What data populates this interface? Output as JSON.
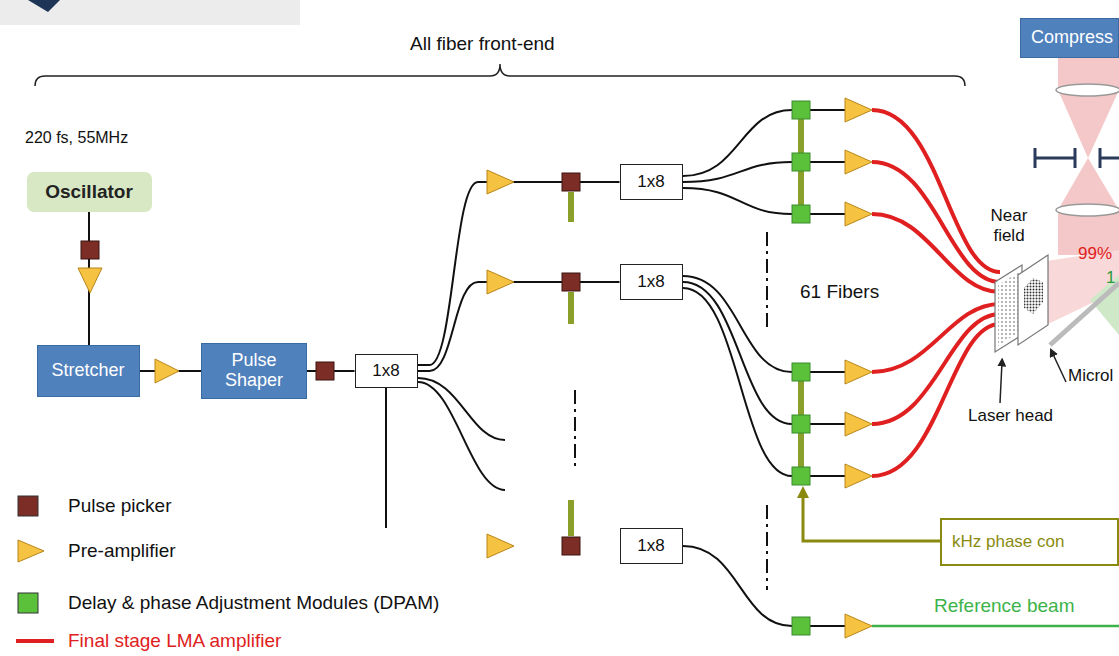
{
  "diagram": {
    "nodes": [
      {
        "text": [
          "Oscillator"
        ]
      },
      {
        "text": [
          "Stretcher"
        ]
      },
      {
        "text": [
          "Pulse Shaper"
        ]
      },
      {
        "text": [
          "1x8"
        ]
      },
      {
        "text": [
          "1x8"
        ]
      },
      {
        "text": [
          "1x8"
        ]
      },
      {
        "text": [
          "1x8"
        ]
      },
      {
        "text": [
          "Compress"
        ]
      },
      {
        "text": [
          "kHz phase con"
        ]
      }
    ],
    "edges": [
      {
        "from": 0,
        "to": 1,
        "arrow": "none"
      },
      {
        "from": 1,
        "to": 2,
        "arrow": "none"
      },
      {
        "from": 2,
        "to": 3,
        "arrow": "none"
      },
      {
        "from": 3,
        "to": 4,
        "arrow": "none"
      },
      {
        "from": 3,
        "to": 5,
        "arrow": "none"
      },
      {
        "from": 3,
        "to": 6,
        "arrow": "none"
      }
    ],
    "labels": [
      "All fiber front-end",
      "220 fs, 55MHz",
      "61 Fibers",
      "Near field",
      "Laser head",
      "Microl",
      "99%",
      "1",
      "Reference beam"
    ],
    "legend": [
      {
        "text": "Pulse picker",
        "color": "#7b2d26"
      },
      {
        "text": "Pre-amplifier"
      },
      {
        "text": "Delay & phase Adjustment Modules (DPAM)",
        "color": "#5cc13a"
      },
      {
        "text": "Final stage LMA amplifier"
      }
    ]
  }
}
